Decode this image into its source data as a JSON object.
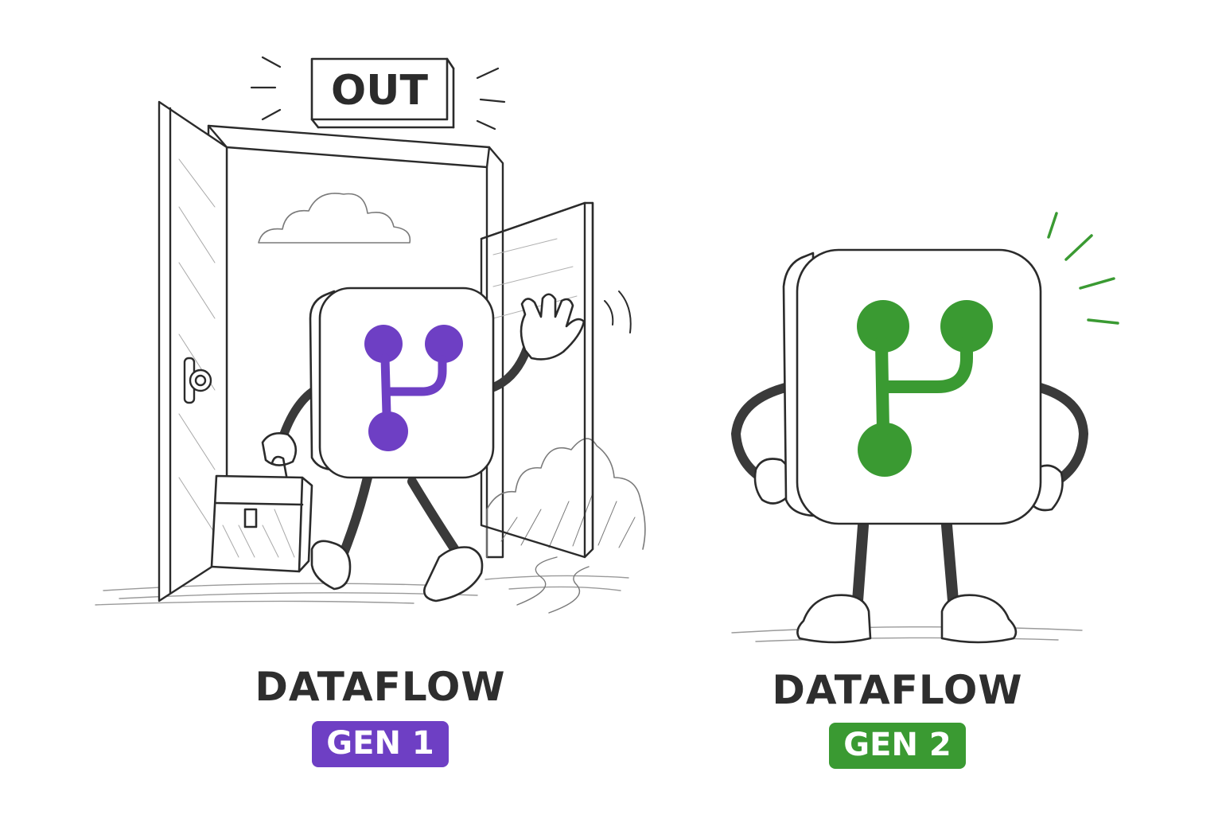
{
  "scene": {
    "sign_text": "OUT"
  },
  "left_character": {
    "product_name": "DATAFLOW",
    "generation_label": "GEN 1",
    "accent_color": "#6e3fc4",
    "icon": "branch-merge-icon"
  },
  "right_character": {
    "product_name": "DATAFLOW",
    "generation_label": "GEN 2",
    "accent_color": "#3a9a32",
    "icon": "branch-merge-icon"
  }
}
